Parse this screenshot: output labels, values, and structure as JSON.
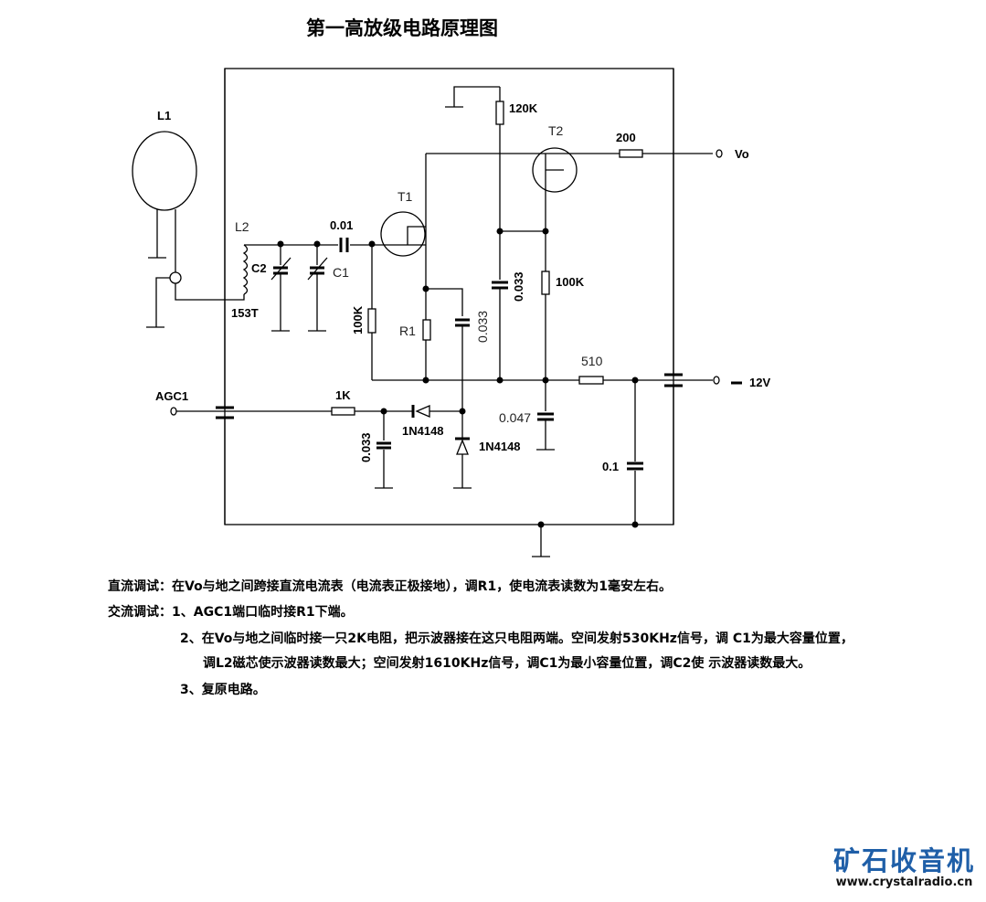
{
  "title": "第一高放级电路原理图",
  "labels": {
    "L1": "L1",
    "L2": "L2",
    "C2": "C2",
    "C1": "C1",
    "turns": "153T",
    "c001": "0.01",
    "T1": "T1",
    "T2": "T2",
    "r120k": "120K",
    "r200": "200",
    "vo": "Vo",
    "r100k_a": "100K",
    "r100k_b": "100K",
    "R1": "R1",
    "c033_a": "0.033",
    "c033_b": "0.033",
    "c033_c": "0.033",
    "r510": "510",
    "v12": "12V",
    "agc": "AGC1",
    "r1k": "1K",
    "d1": "1N4148",
    "d2": "1N4148",
    "c047": "0.047",
    "c01": "0.1"
  },
  "notes": [
    "直流调试：在Vo与地之间跨接直流电流表（电流表正极接地），调R1，使电流表读数为1毫安左右。",
    "交流调试：1、AGC1端口临时接R1下端。",
    "2、在Vo与地之间临时接一只2K电阻，把示波器接在这只电阻两端。空间发射530KHz信号，调 C1为最大容量位置，",
    "调L2磁芯使示波器读数最大；空间发射1610KHz信号，调C1为最小容量位置，调C2使 示波器读数最大。",
    "3、复原电路。"
  ],
  "logo": {
    "name": "矿石收音机",
    "url": "www.crystalradio.cn"
  },
  "colors": {
    "logo": "#1f5fa8"
  }
}
